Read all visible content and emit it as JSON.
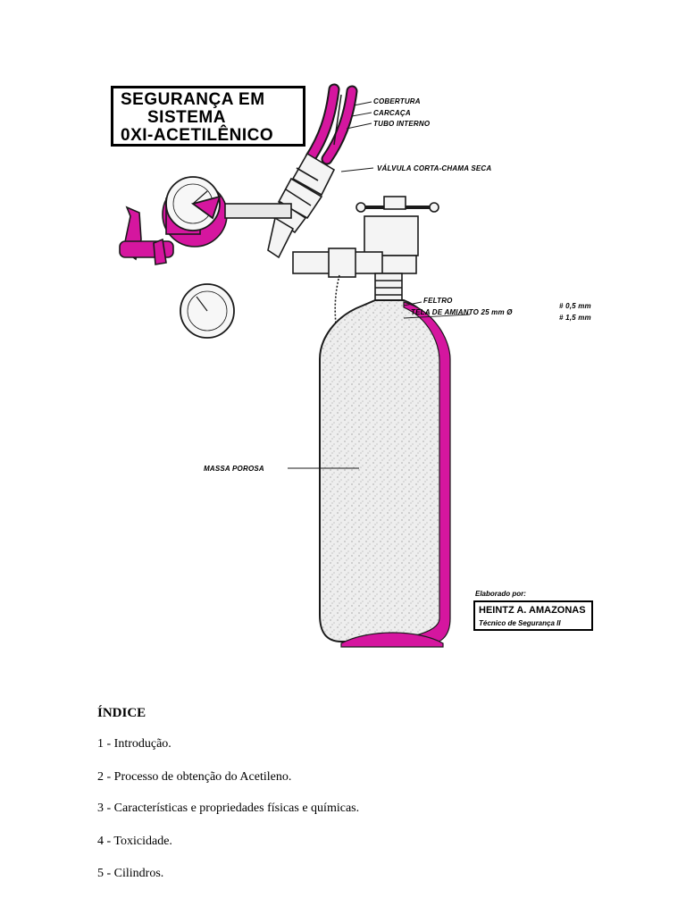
{
  "figure": {
    "title_lines": [
      "SEGURANÇA EM",
      "SISTEMA",
      "0XI-ACETILÊNICO"
    ],
    "labels": {
      "cobertura": "COBERTURA",
      "carcaca": "CARCAÇA",
      "tubo_interno": "TUBO INTERNO",
      "valvula": "VÁLVULA CORTA-CHAMA SECA",
      "feltro": "FELTRO",
      "tela": "TELA DE AMIANTO 25 mm Ø",
      "dim1": "# 0,5 mm",
      "dim2": "# 1,5 mm",
      "massa": "MASSA POROSA"
    },
    "credit": {
      "line1": "Elaborado por:",
      "line2": "HEINTZ A. AMAZONAS",
      "line3": "Técnico de Segurança II"
    },
    "colors": {
      "magenta": "#d5169f",
      "outline": "#1a1a1a"
    }
  },
  "index": {
    "title": "ÍNDICE",
    "items": [
      "1 - Introdução.",
      "2 - Processo de obtenção do Acetileno.",
      "3 - Características e propriedades físicas e químicas.",
      "4 - Toxicidade.",
      "5 - Cilindros."
    ]
  }
}
